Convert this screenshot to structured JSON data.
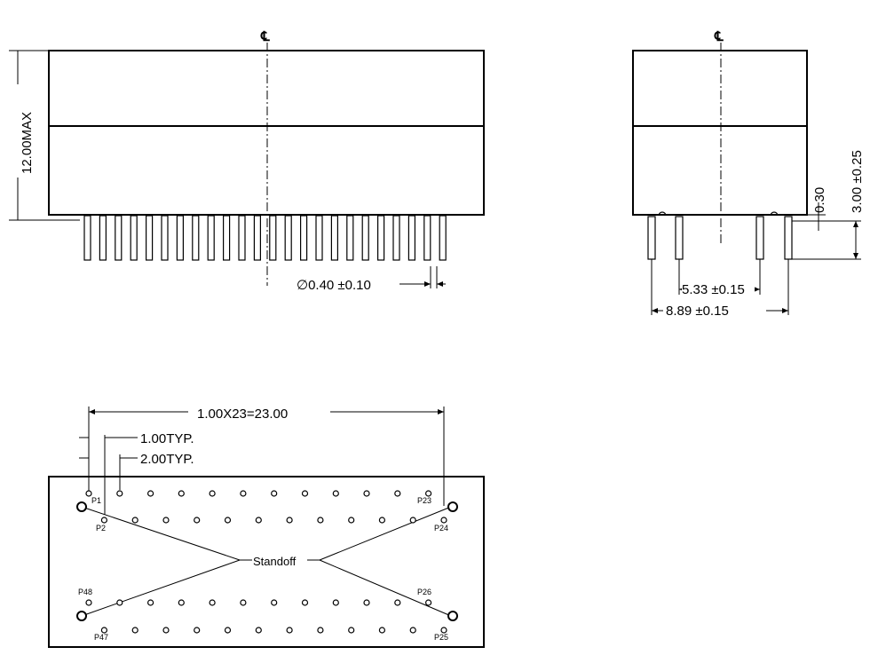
{
  "front_view": {
    "centerline_symbol": "℄",
    "height_dim": "12.00MAX",
    "pin_dia_dim": "∅0.40 ±0.10"
  },
  "side_view": {
    "centerline_symbol": "℄",
    "standoff_dim": "0.30",
    "pin_length_dim": "3.00 ±0.25",
    "inner_pitch_dim": "5.33 ±0.15",
    "outer_pitch_dim": "8.89 ±0.15"
  },
  "footprint": {
    "span_dim": "1.00X23=23.00",
    "pitch_dim": "1.00TYP.",
    "row_dim": "2.00TYP.",
    "standoff_label": "Standoff",
    "pin_labels": {
      "p1": "P1",
      "p2": "P2",
      "p23": "P23",
      "p24": "P24",
      "p48": "P48",
      "p47": "P47",
      "p26": "P26",
      "p25": "P25"
    }
  }
}
